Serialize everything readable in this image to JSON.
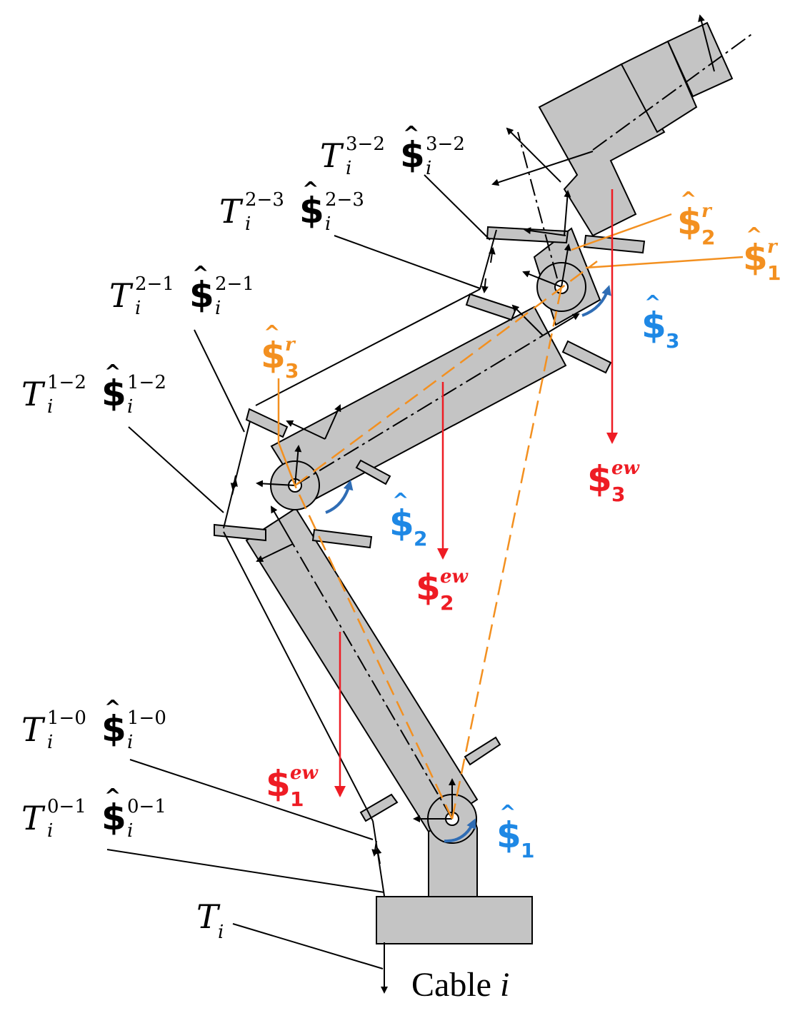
{
  "colors": {
    "link_fill": "#c4c4c4",
    "outline": "#000000",
    "orange": "#f39020",
    "red": "#ee1c24",
    "blue": "#1e88e5",
    "arrow_blue": "#2f6db5"
  },
  "labels": {
    "tension_pairs": [
      {
        "base": "T",
        "sup": "3−2",
        "screw_sup": "3−2",
        "sub": "i"
      },
      {
        "base": "T",
        "sup": "2−3",
        "screw_sup": "2−3",
        "sub": "i"
      },
      {
        "base": "T",
        "sup": "2−1",
        "screw_sup": "2−1",
        "sub": "i"
      },
      {
        "base": "T",
        "sup": "1−2",
        "screw_sup": "1−2",
        "sub": "i"
      },
      {
        "base": "T",
        "sup": "1−0",
        "screw_sup": "1−0",
        "sub": "i"
      },
      {
        "base": "T",
        "sup": "0−1",
        "screw_sup": "0−1",
        "sub": "i"
      }
    ],
    "cable_tension": {
      "base": "T",
      "sub": "i"
    },
    "cable": {
      "text": "Cable ",
      "var": "i"
    },
    "screw_symbol": "$",
    "hat": "^",
    "reciprocal": [
      {
        "sub": "3",
        "sup": "r"
      },
      {
        "sub": "2",
        "sup": "r"
      },
      {
        "sub": "1",
        "sup": "r"
      }
    ],
    "joint": [
      {
        "sub": "1"
      },
      {
        "sub": "2"
      },
      {
        "sub": "3"
      }
    ],
    "wrench": [
      {
        "sub": "1",
        "sup": "ew"
      },
      {
        "sub": "2",
        "sup": "ew"
      },
      {
        "sub": "3",
        "sup": "ew"
      }
    ]
  }
}
